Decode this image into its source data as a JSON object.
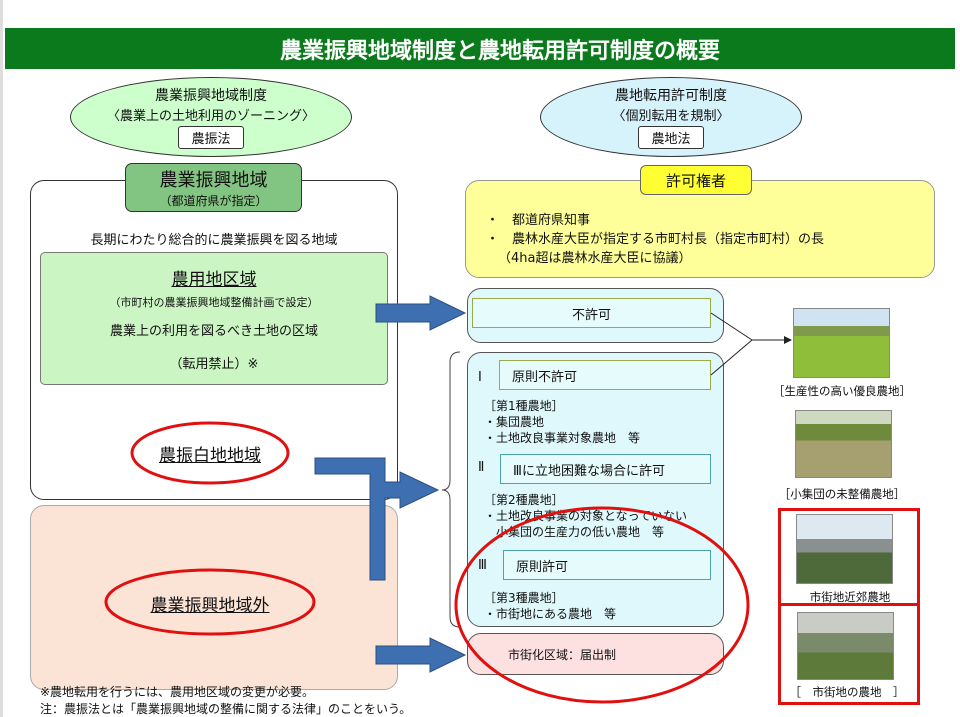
{
  "title": "農業振興地域制度と農地転用許可制度の概要",
  "left_system": {
    "title": "農業振興地域制度",
    "subtitle": "〈農業上の土地利用のゾーニング〉",
    "law": "農振法"
  },
  "right_system": {
    "title": "農地転用許可制度",
    "subtitle": "〈個別転用を規制〉",
    "law": "農地法"
  },
  "area": {
    "title": "農業振興地域",
    "sub": "（都道府県が指定）",
    "desc": "長期にわたり総合的に農業振興を図る地域"
  },
  "nouyouchi": {
    "title": "農用地区域",
    "sub": "（市町村の農業振興地域整備計画で設定）",
    "desc": "農業上の利用を図るべき土地の区域",
    "note": "（転用禁止）※"
  },
  "shiroji": "農振白地地域",
  "outside": "農業振興地域外",
  "authority": {
    "label": "許可権者",
    "items": [
      "・　都道府県知事",
      "・　農林水産大臣が指定する市町村長（指定市町村）の長",
      "（4ha超は農林水産大臣に協議）"
    ]
  },
  "fukyoka": "不許可",
  "classes": [
    {
      "num": "Ⅰ",
      "label": "原則不許可",
      "type": "［第1種農地］",
      "items": [
        "・集団農地",
        "・土地改良事業対象農地　等"
      ]
    },
    {
      "num": "Ⅱ",
      "label": "Ⅲに立地困難な場合に許可",
      "type": "［第2種農地］",
      "items": [
        "・土地改良事業の対象となっていない",
        "　小集団の生産力の低い農地　等"
      ]
    },
    {
      "num": "Ⅲ",
      "label": "原則許可",
      "type": "［第3種農地］",
      "items": [
        "・市街地にある農地　等"
      ]
    }
  ],
  "urban": "市街化区域：届出制",
  "photos": [
    "［生産性の高い優良農地］",
    "［小集団の未整備農地］",
    "市街地近郊農地",
    "［　市街地の農地　］"
  ],
  "footnotes": [
    "※農地転用を行うには、農用地区域の変更が必要。",
    "注：農振法とは「農業振興地域の整備に関する法律」のことをいう。"
  ],
  "colors": {
    "header": "#0b7a1c",
    "highlight": "#e01010",
    "arrow": "#3e6fb0"
  }
}
